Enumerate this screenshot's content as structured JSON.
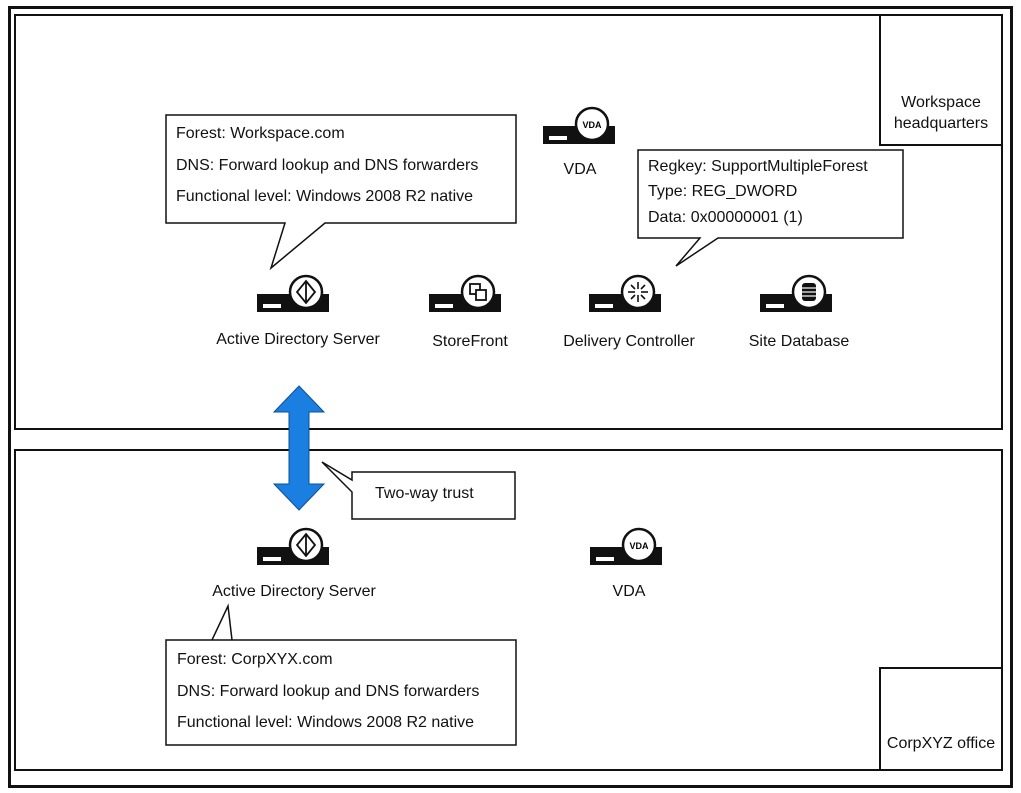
{
  "hq": {
    "location": {
      "line1": "Workspace",
      "line2": "headquarters"
    },
    "vda_label": "VDA",
    "servers": [
      {
        "label": "Active Directory Server",
        "icon": "active-directory-icon"
      },
      {
        "label": "StoreFront",
        "icon": "storefront-icon"
      },
      {
        "label": "Delivery Controller",
        "icon": "delivery-controller-icon"
      },
      {
        "label": "Site Database",
        "icon": "site-database-icon"
      }
    ],
    "ad_callout": [
      "Forest: Workspace.com",
      "DNS: Forward lookup and DNS forwarders",
      "Functional level: Windows 2008 R2 native"
    ],
    "regkey_callout": [
      "Regkey: SupportMultipleForest",
      "Type: REG_DWORD",
      "Data: 0x00000001 (1)"
    ]
  },
  "trust": {
    "label": "Two-way trust",
    "arrow_color": "#1a7fe0"
  },
  "branch": {
    "location": {
      "line1": "CorpXYZ office"
    },
    "ad_label": "Active Directory Server",
    "vda_label": "VDA",
    "ad_callout": [
      "Forest: CorpXYX.com",
      "DNS: Forward lookup and DNS forwarders",
      "Functional level: Windows 2008 R2 native"
    ]
  },
  "icons": {
    "vda_badge": "VDA",
    "building": "building-icon"
  }
}
